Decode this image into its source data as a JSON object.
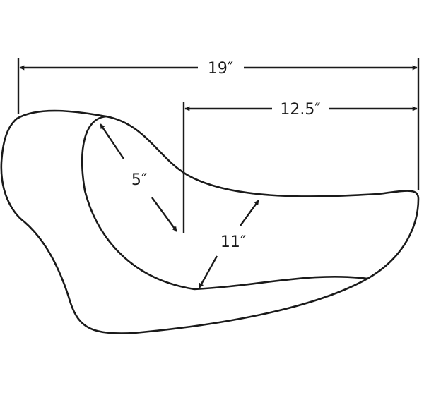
{
  "dimensions": {
    "overall_length": "19″",
    "rear_length": "12.5″",
    "back_height": "5″",
    "seat_width": "11″"
  }
}
